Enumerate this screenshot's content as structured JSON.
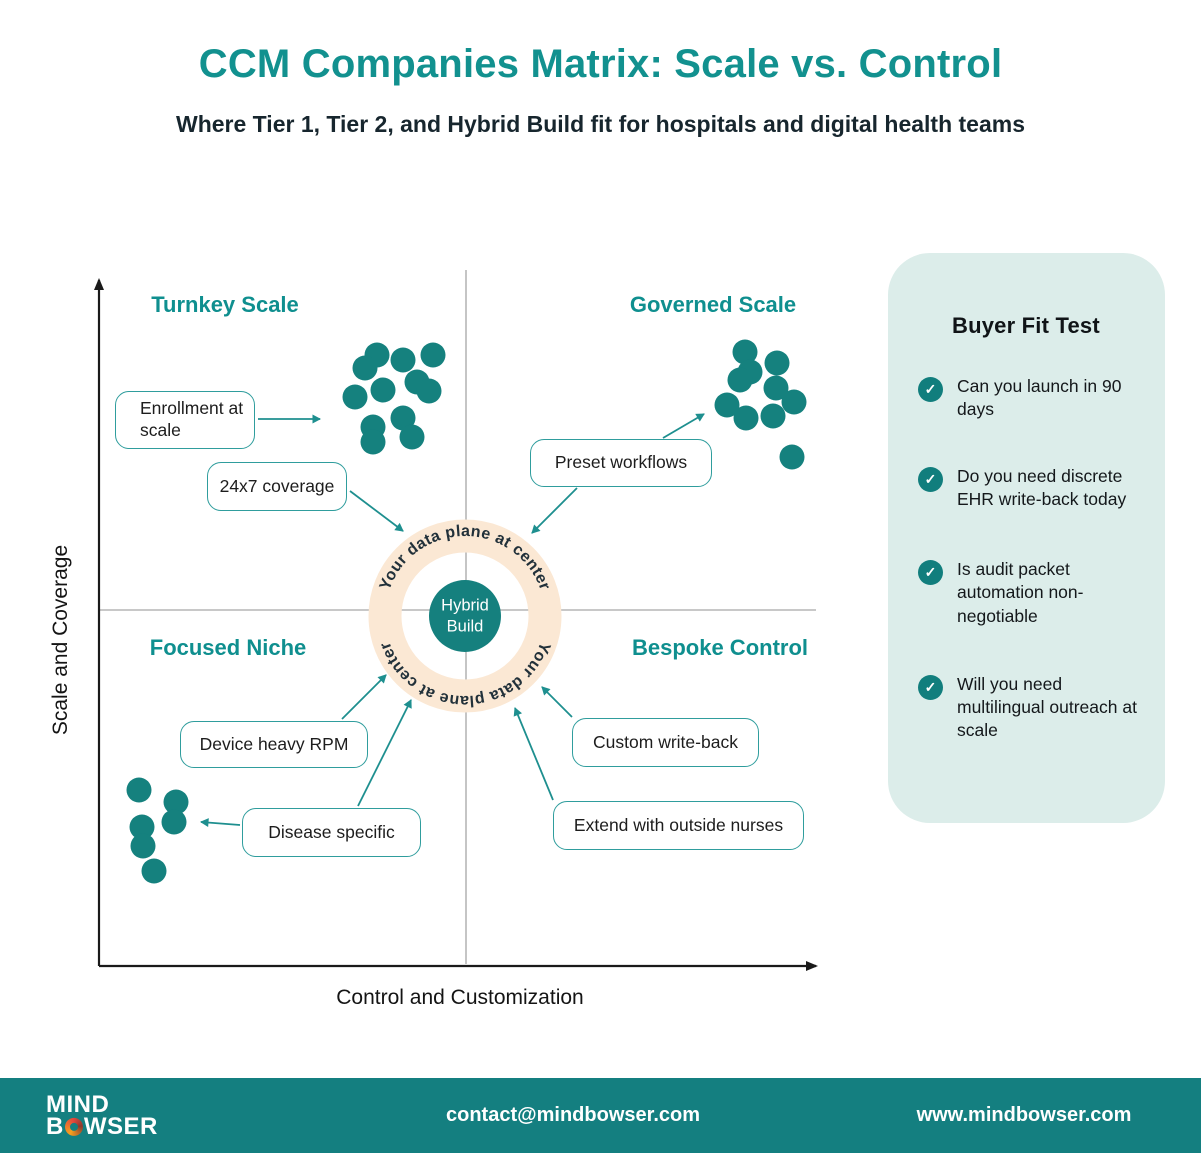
{
  "title": "CCM Companies Matrix: Scale vs. Control",
  "subtitle": "Where Tier 1, Tier 2, and Hybrid Build fit for hospitals and digital health teams",
  "colors": {
    "accent_teal": "#12918F",
    "dot": "#15817E",
    "arrow": "#1E8F8F",
    "ring": "#FBE8D4",
    "center_circle": "#15807E",
    "sidebar_bg": "#DCEDEA",
    "footer_bg": "#147F80",
    "callout_border": "#2F9D9D",
    "axis": "#1A1A1A",
    "divider": "#A6A6A6"
  },
  "matrix": {
    "x_axis_label": "Control and Customization",
    "y_axis_label": "Scale and Coverage",
    "quadrants": [
      {
        "id": "turnkey",
        "label": "Turnkey Scale"
      },
      {
        "id": "governed",
        "label": "Governed Scale"
      },
      {
        "id": "focused",
        "label": "Focused Niche"
      },
      {
        "id": "bespoke",
        "label": "Bespoke Control"
      }
    ],
    "center": {
      "ring_text": "Your data plane at center",
      "label": "Hybrid Build"
    },
    "callouts": [
      {
        "id": "enrollment",
        "label": "Enrollment at scale"
      },
      {
        "id": "coverage",
        "label": "24x7 coverage"
      },
      {
        "id": "preset",
        "label": "Preset workflows"
      },
      {
        "id": "device",
        "label": "Device heavy RPM"
      },
      {
        "id": "disease",
        "label": "Disease specific"
      },
      {
        "id": "custom",
        "label": "Custom write-back"
      },
      {
        "id": "extend",
        "label": "Extend with outside nurses"
      }
    ],
    "dot_radius": 12.5,
    "clusters": [
      {
        "id": "turnkey",
        "dots": [
          [
            377,
            355
          ],
          [
            403,
            360
          ],
          [
            433,
            355
          ],
          [
            365,
            368
          ],
          [
            417,
            382
          ],
          [
            429,
            391
          ],
          [
            383,
            390
          ],
          [
            355,
            397
          ],
          [
            403,
            418
          ],
          [
            373,
            427
          ],
          [
            412,
            437
          ],
          [
            373,
            442
          ]
        ]
      },
      {
        "id": "governed",
        "dots": [
          [
            745,
            352
          ],
          [
            777,
            363
          ],
          [
            750,
            372
          ],
          [
            740,
            380
          ],
          [
            776,
            388
          ],
          [
            794,
            402
          ],
          [
            727,
            405
          ],
          [
            746,
            418
          ],
          [
            773,
            416
          ],
          [
            792,
            457
          ]
        ]
      },
      {
        "id": "focused",
        "dots": [
          [
            139,
            790
          ],
          [
            176,
            802
          ],
          [
            174,
            822
          ],
          [
            142,
            827
          ],
          [
            143,
            846
          ],
          [
            154,
            871
          ]
        ]
      }
    ],
    "arrows": [
      {
        "id": "enrollment-to-cluster",
        "from": [
          258,
          419
        ],
        "to": [
          320,
          419
        ]
      },
      {
        "id": "coverage-to-ring",
        "from": [
          350,
          491
        ],
        "to": [
          403,
          531
        ]
      },
      {
        "id": "preset-to-cluster",
        "from": [
          663,
          438
        ],
        "to": [
          704,
          414
        ]
      },
      {
        "id": "preset-to-ring",
        "from": [
          577,
          488
        ],
        "to": [
          532,
          533
        ]
      },
      {
        "id": "device-to-ring",
        "from": [
          342,
          719
        ],
        "to": [
          386,
          675
        ]
      },
      {
        "id": "disease-to-cluster",
        "from": [
          240,
          825
        ],
        "to": [
          201,
          822
        ]
      },
      {
        "id": "disease-to-ring",
        "from": [
          358,
          806
        ],
        "to": [
          411,
          700
        ]
      },
      {
        "id": "custom-to-ring",
        "from": [
          572,
          717
        ],
        "to": [
          542,
          687
        ]
      },
      {
        "id": "extend-to-ring",
        "from": [
          553,
          800
        ],
        "to": [
          515,
          708
        ]
      }
    ]
  },
  "sidebar": {
    "title": "Buyer Fit Test",
    "items": [
      {
        "label": "Can you launch in 90 days"
      },
      {
        "label": "Do you need discrete EHR write-back today"
      },
      {
        "label": "Is audit packet automation non-negotiable"
      },
      {
        "label": "Will you need multilingual outreach at scale"
      }
    ]
  },
  "footer": {
    "logo_line1": "MIND",
    "logo_line2_start": "B",
    "logo_line2_end": "WSER",
    "email": "contact@mindbowser.com",
    "website": "www.mindbowser.com"
  }
}
